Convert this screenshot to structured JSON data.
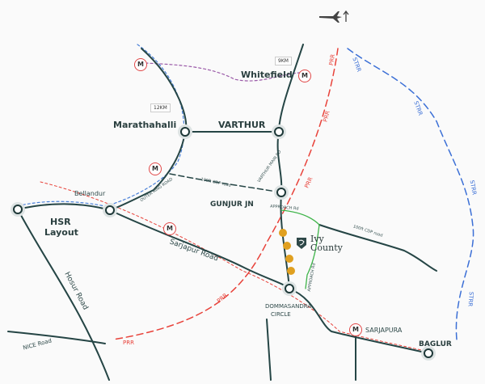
{
  "places": {
    "whitefield": "Whitefield",
    "marathahalli": "Marathahalli",
    "varthur": "VARTHUR",
    "bellandur": "Bellandur",
    "hsr": "HSR",
    "hsr2": "Layout",
    "gunjur": "GUNJUR JN",
    "dommasandra": "DOMMASANDRA",
    "dommasandra2": "CIRCLE",
    "sarjapura": "SARJAPURA",
    "baglur": "BAGLUR"
  },
  "roads": {
    "sarjapur_road": "Sarjapur Road",
    "hosur_road": "Hosur Road",
    "nice_road": "NICE Road",
    "outer_ring_road": "OUTER RING ROAD",
    "cdp_road_1": "100ft CDP road",
    "cdp_road_2": "100ft CDP road",
    "varthur_main_rd": "VARTHUR MAIN RD",
    "approach_rd": "APPROACH Rd",
    "approach_rd_2": "APPROACH Rd",
    "prr": "PRR",
    "strr": "STRR"
  },
  "distances": {
    "whitefield": "9KM",
    "marathahalli": "12KM"
  },
  "metro_label": "M",
  "brand": {
    "line1": "Ivy",
    "line2": "County"
  },
  "colors": {
    "road": "#254545",
    "metro_line": "#4a80d8",
    "prr": "#e8423a",
    "strr": "#3b6fd6",
    "purple": "#9a5aa8",
    "approach": "#3fb44a",
    "amenity": "#e0a020"
  },
  "icons": [
    "airplane-icon",
    "arrow-up-icon",
    "metro-icon",
    "junction-icon",
    "amenity-icon",
    "ivy-county-logo"
  ]
}
